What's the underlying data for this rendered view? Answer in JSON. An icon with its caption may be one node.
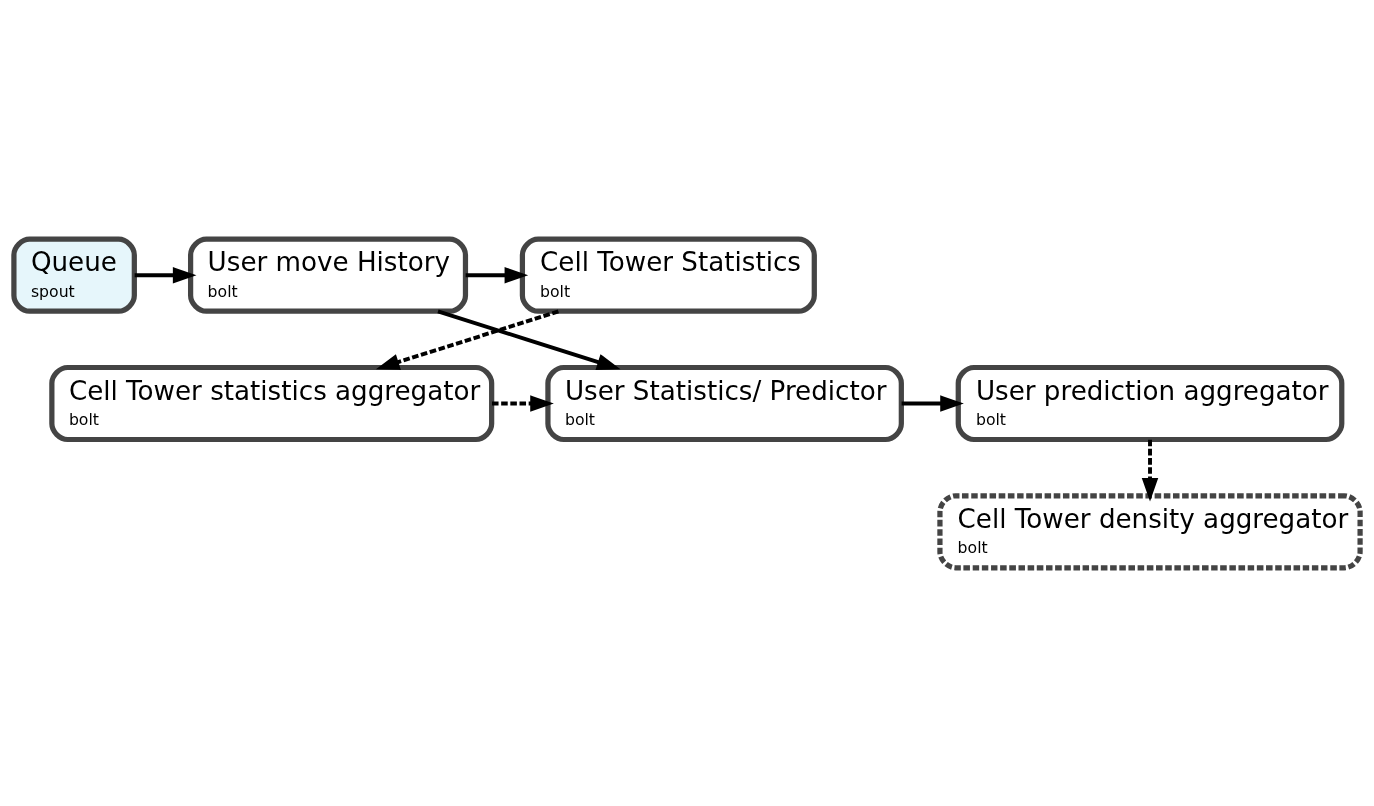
{
  "diagram": {
    "nodes": [
      {
        "text": [
          "Cell Tower Statistics",
          "bolt"
        ]
      },
      {
        "text": [
          "User move History",
          "bolt"
        ]
      },
      {
        "text": [
          "Queue",
          "spout"
        ]
      },
      {
        "text": [
          "Cell Tower statistics aggregator",
          "bolt"
        ]
      },
      {
        "text": [
          "User Statistics/ Predictor",
          "bolt"
        ]
      },
      {
        "text": [
          "User prediction aggregator",
          "bolt"
        ]
      },
      {
        "text": [
          "Cell Tower density aggregator",
          "bolt"
        ]
      }
    ],
    "edges": [
      {
        "from": 1,
        "to": 0,
        "arrow": "to"
      },
      {
        "from": 2,
        "to": 1,
        "arrow": "to"
      },
      {
        "from": 0,
        "to": 3,
        "arrow": "to",
        "style": "dashed"
      },
      {
        "from": 1,
        "to": 4,
        "arrow": "to"
      },
      {
        "from": 3,
        "to": 4,
        "arrow": "to",
        "style": "dashed"
      },
      {
        "from": 4,
        "to": 5,
        "arrow": "to"
      },
      {
        "from": 5,
        "to": 6,
        "arrow": "to",
        "style": "dashed"
      }
    ]
  }
}
